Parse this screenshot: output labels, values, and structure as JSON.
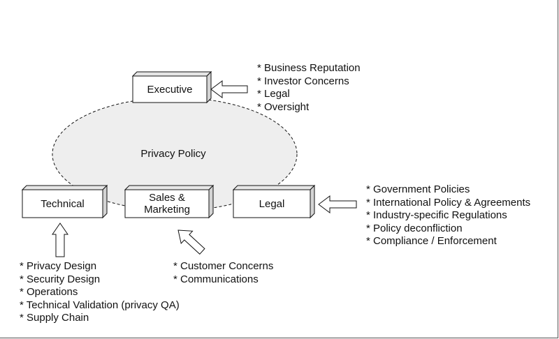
{
  "center": {
    "label": "Privacy Policy"
  },
  "stakeholders": {
    "executive": {
      "label": "Executive"
    },
    "technical": {
      "label": "Technical"
    },
    "sales": {
      "label": "Sales &\nMarketing"
    },
    "legal": {
      "label": "Legal"
    }
  },
  "factors": {
    "executive": [
      "* Business Reputation",
      "* Investor Concerns",
      "* Legal",
      "* Oversight"
    ],
    "legal": [
      "* Government Policies",
      "* International Policy & Agreements",
      "* Industry-specific Regulations",
      "* Policy deconfliction",
      "* Compliance / Enforcement"
    ],
    "technical": [
      "* Privacy Design",
      "* Security Design",
      "* Operations",
      "* Technical Validation (privacy QA)",
      "* Supply Chain"
    ],
    "sales": [
      "* Customer Concerns",
      "* Communications"
    ]
  },
  "colors": {
    "ellipse_fill": "#eeeeee",
    "line": "#111111",
    "box_top": "#e6e6e6",
    "box_side": "#d4d4d4"
  }
}
